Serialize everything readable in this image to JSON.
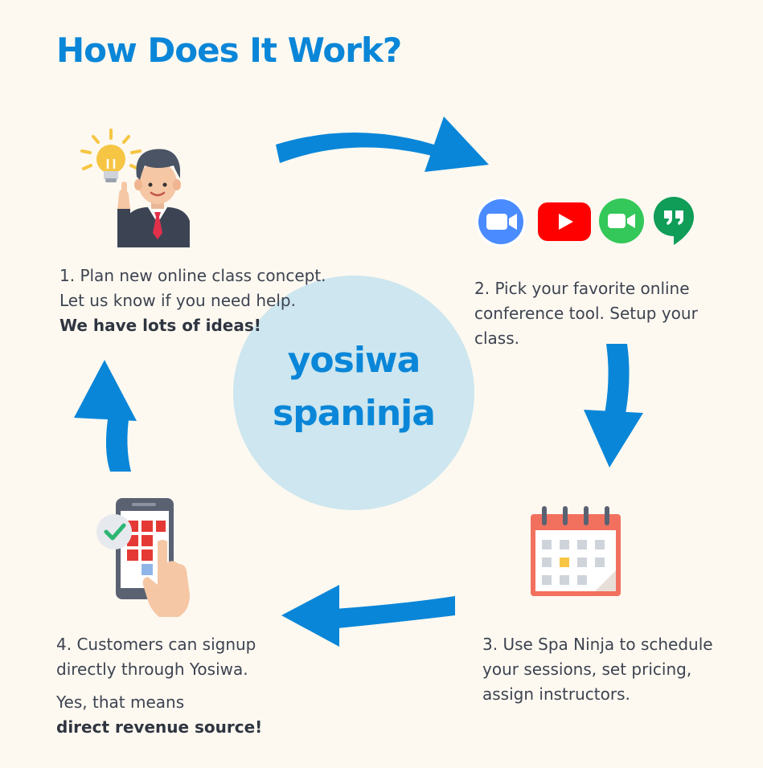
{
  "title": "How Does It Work?",
  "center": {
    "line1": "yosiwa",
    "line2": "spaninja"
  },
  "steps": [
    {
      "lines": [
        "1. Plan new online class concept.",
        "Let us know if you need help."
      ],
      "bold": "We have lots of ideas!"
    },
    {
      "text": "2. Pick your favorite online conference tool. Setup your class."
    },
    {
      "text": "3. Use Spa Ninja to schedule your sessions, set pricing, assign instructors."
    },
    {
      "text": "4. Customers can signup directly through Yosiwa.",
      "extra": "Yes, that means",
      "bold": "direct revenue source!"
    }
  ],
  "tools": [
    {
      "icon": "zoom-icon",
      "color": "#4a8cff"
    },
    {
      "icon": "youtube-icon",
      "color": "#ff0000"
    },
    {
      "icon": "facetime-icon",
      "color": "#34c759"
    },
    {
      "icon": "hangouts-icon",
      "color": "#0f9d58"
    }
  ],
  "colors": {
    "accent": "#0a86d8",
    "background": "#fdf9f1",
    "circle": "#cde6ef",
    "calendar": "#f2705e"
  }
}
